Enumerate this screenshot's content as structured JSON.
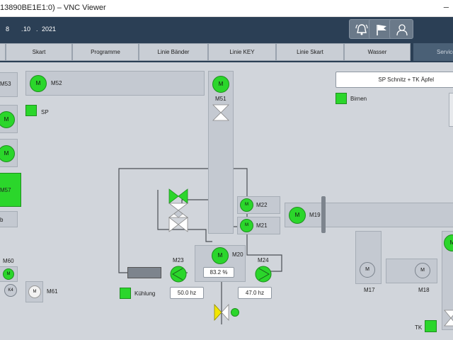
{
  "window": {
    "title": "13890BE1E1:0) – VNC Viewer",
    "minimize": "–"
  },
  "header": {
    "date_day": "8",
    "date_month": "10",
    "date_year": "2021",
    "sep1": ".",
    "sep2": ".",
    "buttons": [
      {
        "icon": "bell-icon"
      },
      {
        "icon": "flag-icon"
      },
      {
        "icon": "user-icon"
      }
    ]
  },
  "nav": {
    "tabs": [
      {
        "label": ""
      },
      {
        "label": "Skart"
      },
      {
        "label": "Programme"
      },
      {
        "label": "Linie Bänder"
      },
      {
        "label": "Linie KEY"
      },
      {
        "label": "Linie Skart"
      },
      {
        "label": "Wasser"
      },
      {
        "label": "Service"
      }
    ],
    "active_tab": "Service"
  },
  "left": {
    "m53": "M53",
    "m_symbol": "M",
    "sp": "SP",
    "m57": "M57",
    "b": "b",
    "m60": "M60",
    "k4": "K4",
    "m61": "M61"
  },
  "top": {
    "m52": "M52",
    "m51": "M51",
    "sp_box": "SP Schnitz + TK Äpfel",
    "birnen": "Birnen"
  },
  "process": {
    "m22": "M22",
    "m21": "M21",
    "m19": "M19",
    "m20": "M20",
    "m20_value": "83.2 %",
    "m23": "M23",
    "m24": "M24",
    "m23_hz": "50.0 hz",
    "m24_hz": "47.0 hz",
    "kuehlung": "Kühlung"
  },
  "right": {
    "m17": "M17",
    "m18": "M18",
    "tk": "TK"
  },
  "colors": {
    "active_green": "#2bd62b",
    "header_bg": "#2b3f55",
    "panel_bg": "#c4c9d1",
    "canvas_bg": "#d1d5db",
    "valve_yellow": "#f2e600"
  }
}
